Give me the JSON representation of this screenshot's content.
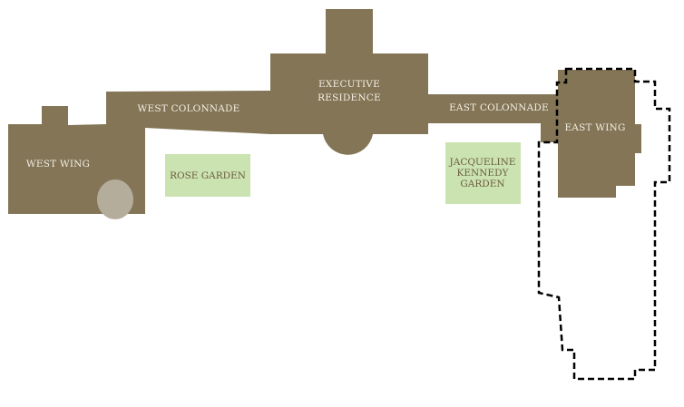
{
  "diagram": {
    "title": "White House Complex Plan",
    "colors": {
      "building": "#837556",
      "garden": "#cbe2b1",
      "oval_office": "#b5ad9c",
      "outline": "#000000",
      "building_text": "#f3efe6",
      "garden_text": "#6b5e3e"
    },
    "buildings": [
      {
        "id": "west-wing",
        "label": "WEST WING"
      },
      {
        "id": "west-colonnade",
        "label": "WEST COLONNADE"
      },
      {
        "id": "executive-residence",
        "label_lines": [
          "EXECUTIVE",
          "RESIDENCE"
        ]
      },
      {
        "id": "east-colonnade",
        "label": "EAST COLONNADE"
      },
      {
        "id": "east-wing",
        "label": "EAST WING"
      }
    ],
    "gardens": [
      {
        "id": "rose-garden",
        "label": "ROSE GARDEN"
      },
      {
        "id": "jacqueline-kennedy-garden",
        "label_lines": [
          "JACQUELINE",
          "KENNEDY",
          "GARDEN"
        ]
      }
    ],
    "features": [
      {
        "id": "oval-office",
        "shape": "ellipse"
      },
      {
        "id": "east-wing-expansion-outline",
        "style": "dashed"
      }
    ]
  }
}
